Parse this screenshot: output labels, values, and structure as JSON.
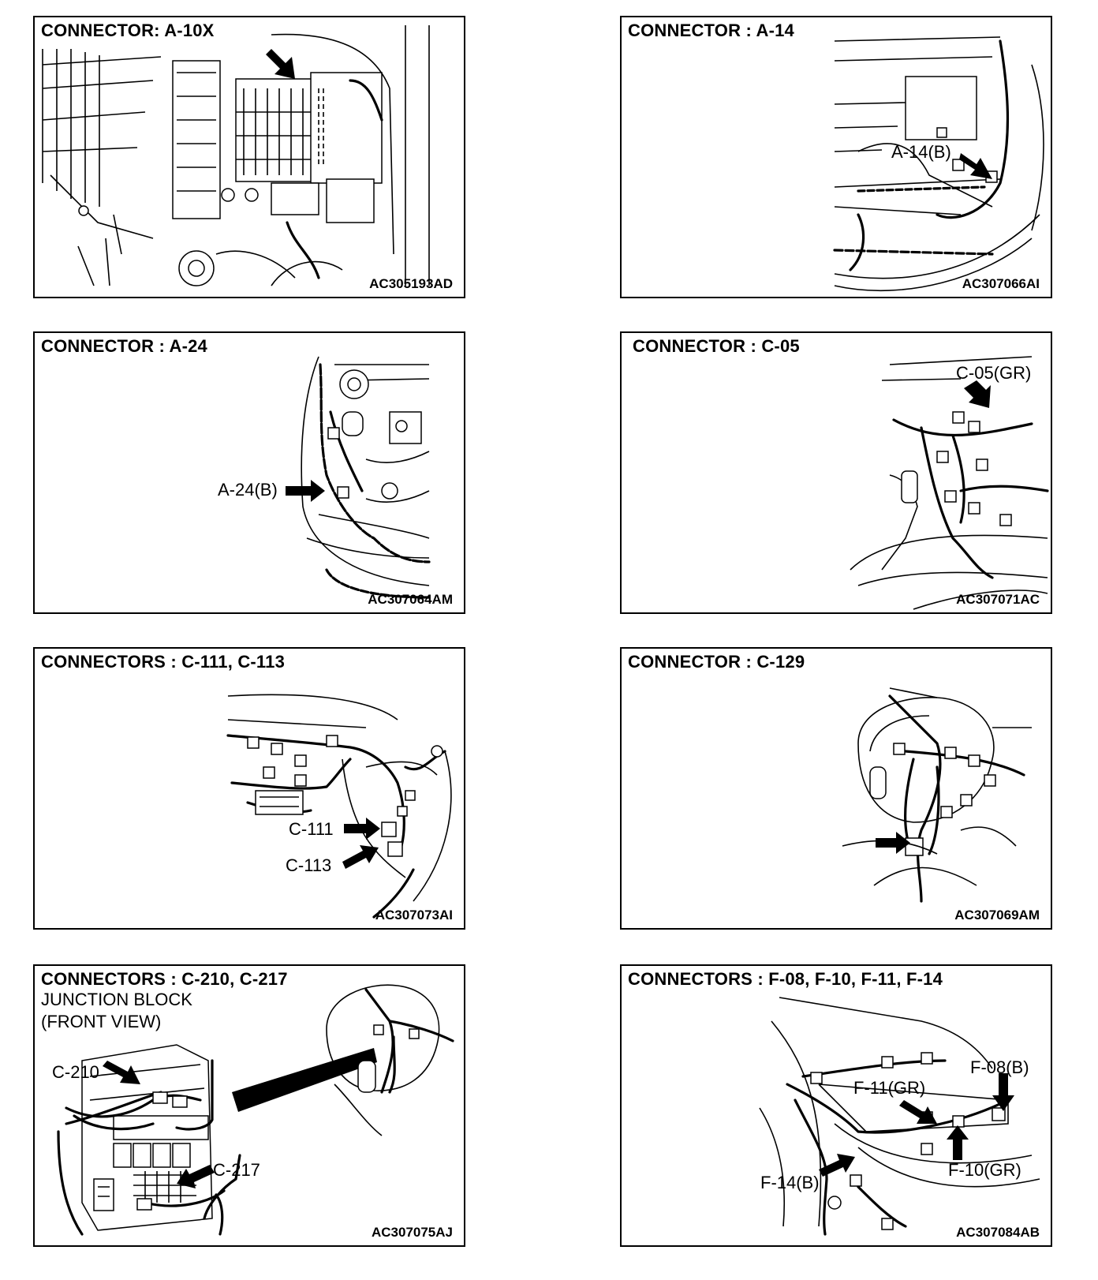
{
  "panels": [
    {
      "title": "CONNECTOR: A-10X",
      "code": "AC305193AD",
      "callouts": []
    },
    {
      "title": "CONNECTOR : A-14",
      "code": "AC307066AI",
      "callouts": [
        "A-14(B)"
      ]
    },
    {
      "title": "CONNECTOR : A-24",
      "code": "AC307064AM",
      "callouts": [
        "A-24(B)"
      ]
    },
    {
      "title": "CONNECTOR : C-05",
      "code": "AC307071AC",
      "callouts": [
        "C-05(GR)"
      ]
    },
    {
      "title": "CONNECTORS : C-111, C-113",
      "code": "AC307073AI",
      "callouts": [
        "C-111",
        "C-113"
      ]
    },
    {
      "title": "CONNECTOR : C-129",
      "code": "AC307069AM",
      "callouts": []
    },
    {
      "title": "CONNECTORS : C-210, C-217",
      "subtitle_1": "JUNCTION BLOCK",
      "subtitle_2": "(FRONT VIEW)",
      "code": "AC307075AJ",
      "callouts": [
        "C-210",
        "C-217"
      ]
    },
    {
      "title": "CONNECTORS : F-08, F-10, F-11, F-14",
      "code": "AC307084AB",
      "callouts": [
        "F-08(B)",
        "F-11(GR)",
        "F-10(GR)",
        "F-14(B)"
      ]
    }
  ]
}
